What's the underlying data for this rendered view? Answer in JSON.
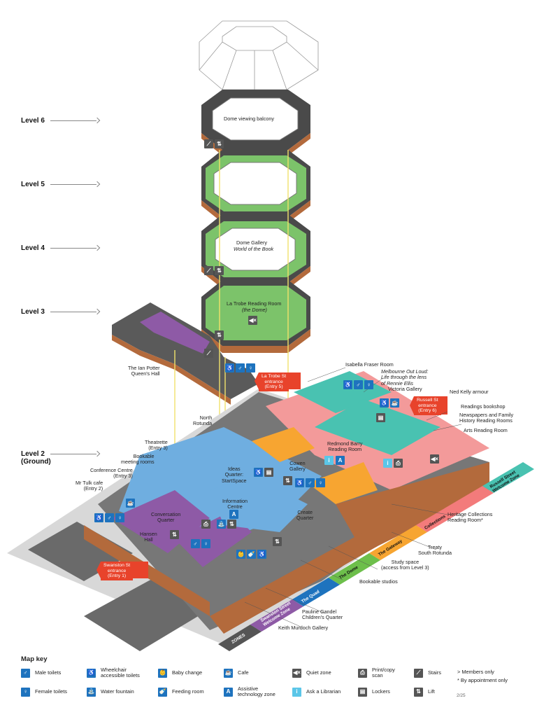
{
  "levels": [
    "Level 6",
    "Level 5",
    "Level 4",
    "Level 3",
    "Level 2\n(Ground)"
  ],
  "rooms": {
    "dome_balcony": "Dome viewing balcony",
    "dome_gallery": "Dome Gallery",
    "dome_gallery_sub": "World of the Book",
    "la_trobe": "La Trobe Reading Room",
    "la_trobe_sub": "(the Dome)",
    "ian_potter": "The Ian Potter\nQueen's Hall",
    "isabella": "Isabella Fraser Room",
    "melbourne_out_loud": "Melbourne Out Loud:\nLife through the lens\nof Rennie Ellis",
    "victoria_gallery": "Victoria Gallery",
    "ned_kelly": "Ned Kelly armour",
    "readings": "Readings bookshop",
    "newspapers": "Newspapers and Family\nHistory Reading Rooms",
    "arts": "Arts Reading Room",
    "north_rotunda": "North\nRotunda",
    "theatrette": "Theatrette\n(Entry 3)",
    "bookable_meeting": "Bookable\nmeeting rooms",
    "conference": "Conference Centre\n(Entry 3)",
    "mr_tulk": "Mr Tulk cafe\n(Entry 2)",
    "ideas_quarter": "Ideas\nQuarter:\nStartSpace",
    "cowen": "Cowen\nGallery",
    "redmond": "Redmond Barry\nReading Room",
    "info_centre": "Information\nCentre",
    "create_quarter": "Create\nQuarter",
    "conversation": "Conversation\nQuarter",
    "hansen": "Hansen\nHall",
    "heritage": "Heritage Collections\nReading Room*",
    "rotunda_south": "Treaty\nSouth Rotunda",
    "study_space": "Study space\n(access from Level 3)",
    "bookable_studios": "Bookable studios",
    "pauline": "Pauline Gandel\nChildren's Quarter",
    "keith": "Keith Murdoch Gallery"
  },
  "entrances": {
    "la_trobe": "La Trobe St\nentrance\n(Entry 5)",
    "russell": "Russell St\nentrance\n(Entry 6)",
    "swanston": "Swanston St\nentrance\n(Entry 1)"
  },
  "zones": [
    {
      "label": "ZONES",
      "color": "#555555"
    },
    {
      "label": "Swanston Street\nWelcome Zone",
      "color": "#8e5aa6"
    },
    {
      "label": "The Quad",
      "color": "#1e73be"
    },
    {
      "label": "The Dome",
      "color": "#6dbf4b"
    },
    {
      "label": "The Gateway",
      "color": "#f7a531"
    },
    {
      "label": "Collections",
      "color": "#f37b7b"
    },
    {
      "label": "Russell Street\nWelcome Zone",
      "color": "#49c2b1"
    }
  ],
  "key": {
    "title": "Map key",
    "items": [
      {
        "icon": "male-toilets-icon",
        "label": "Male toilets",
        "color": "#1e73be",
        "glyph": "♂"
      },
      {
        "icon": "female-toilets-icon",
        "label": "Female toilets",
        "color": "#1e73be",
        "glyph": "♀"
      },
      {
        "icon": "accessible-toilets-icon",
        "label": "Wheelchair\naccessible toilets",
        "color": "#1e73be",
        "glyph": "♿"
      },
      {
        "icon": "water-fountain-icon",
        "label": "Water fountain",
        "color": "#1e73be",
        "glyph": "⛲"
      },
      {
        "icon": "baby-change-icon",
        "label": "Baby change",
        "color": "#1e73be",
        "glyph": "👶"
      },
      {
        "icon": "feeding-room-icon",
        "label": "Feeding room",
        "color": "#1e73be",
        "glyph": "🍼"
      },
      {
        "icon": "cafe-icon",
        "label": "Cafe",
        "color": "#1e73be",
        "glyph": "☕"
      },
      {
        "icon": "assistive-tech-icon",
        "label": "Assistive\ntechnology zone",
        "color": "#1e73be",
        "glyph": "A"
      },
      {
        "icon": "quiet-zone-icon",
        "label": "Quiet zone",
        "color": "#555555",
        "glyph": "◀×"
      },
      {
        "icon": "ask-librarian-icon",
        "label": "Ask a Librarian",
        "color": "#5bc6e8",
        "glyph": "i"
      },
      {
        "icon": "print-scan-icon",
        "label": "Print/copy\nscan",
        "color": "#555555",
        "glyph": "⎙"
      },
      {
        "icon": "lockers-icon",
        "label": "Lockers",
        "color": "#555555",
        "glyph": "▤"
      },
      {
        "icon": "stairs-icon",
        "label": "Stairs",
        "color": "#555555",
        "glyph": "⟋"
      },
      {
        "icon": "lift-icon",
        "label": "Lift",
        "color": "#555555",
        "glyph": "⇅"
      }
    ],
    "notes": [
      "> Members only",
      "* By appointment only"
    ]
  },
  "page_number": "2/25",
  "colors": {
    "wall_dark": "#4a4a4a",
    "brick": "#b36a3c",
    "green_floor": "#7cc36a",
    "blue_floor": "#6faee0",
    "purple_floor": "#8e5aa6",
    "pink_floor": "#f39a9a",
    "teal_floor": "#49c2b1",
    "orange_floor": "#f7a531",
    "entry_red": "#e8432b",
    "lift_line": "#f1e26b"
  }
}
